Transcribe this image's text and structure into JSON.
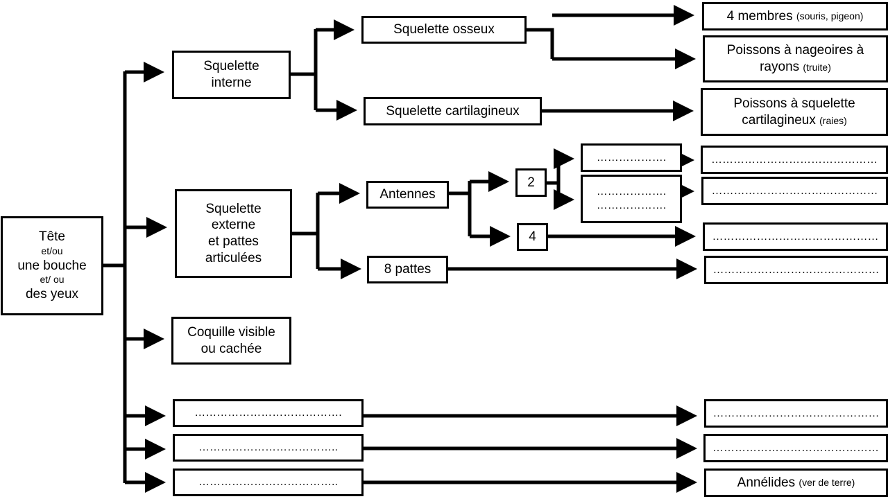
{
  "root": {
    "line1": "Tête",
    "line2": "et/ou",
    "line3": "une bouche",
    "line4": "et/ ou",
    "line5": "des yeux"
  },
  "level1": {
    "internal_skeleton": {
      "line1": "Squelette",
      "line2": "interne"
    },
    "external_skeleton": {
      "line1": "Squelette",
      "line2": "externe",
      "line3": "et pattes",
      "line4": "articulées"
    },
    "shell": {
      "line1": "Coquille visible",
      "line2": "ou cachée"
    },
    "blank1": "………………………………….",
    "blank2": "………………………………..",
    "blank3": "……………………………….."
  },
  "level2": {
    "bony": "Squelette osseux",
    "cartilaginous": "Squelette cartilagineux",
    "antennae": "Antennes",
    "eight_legs": "8 pattes"
  },
  "level3": {
    "two": "2",
    "four": "4",
    "blank_a": "……………….",
    "blank_b1": "……………….",
    "blank_b2": "………………."
  },
  "results": {
    "four_limbs": {
      "main": "4 membres",
      "example": "(souris, pigeon)"
    },
    "ray_finned": {
      "line1": "Poissons à nageoires à",
      "main2": "rayons",
      "example": "(truite)"
    },
    "cartilaginous_fish": {
      "line1": "Poissons à squelette",
      "main2": "cartilagineux",
      "example": "(raies)"
    },
    "blank_a": "………………………………………",
    "blank_b": "………………………………………",
    "blank_four": "………………………………………",
    "blank_eight": "………………………………………",
    "blank_row1": "………………………………………",
    "blank_row2": "………………………………………",
    "annelids": {
      "main": "Annélides",
      "example": "(ver de terre)"
    }
  }
}
